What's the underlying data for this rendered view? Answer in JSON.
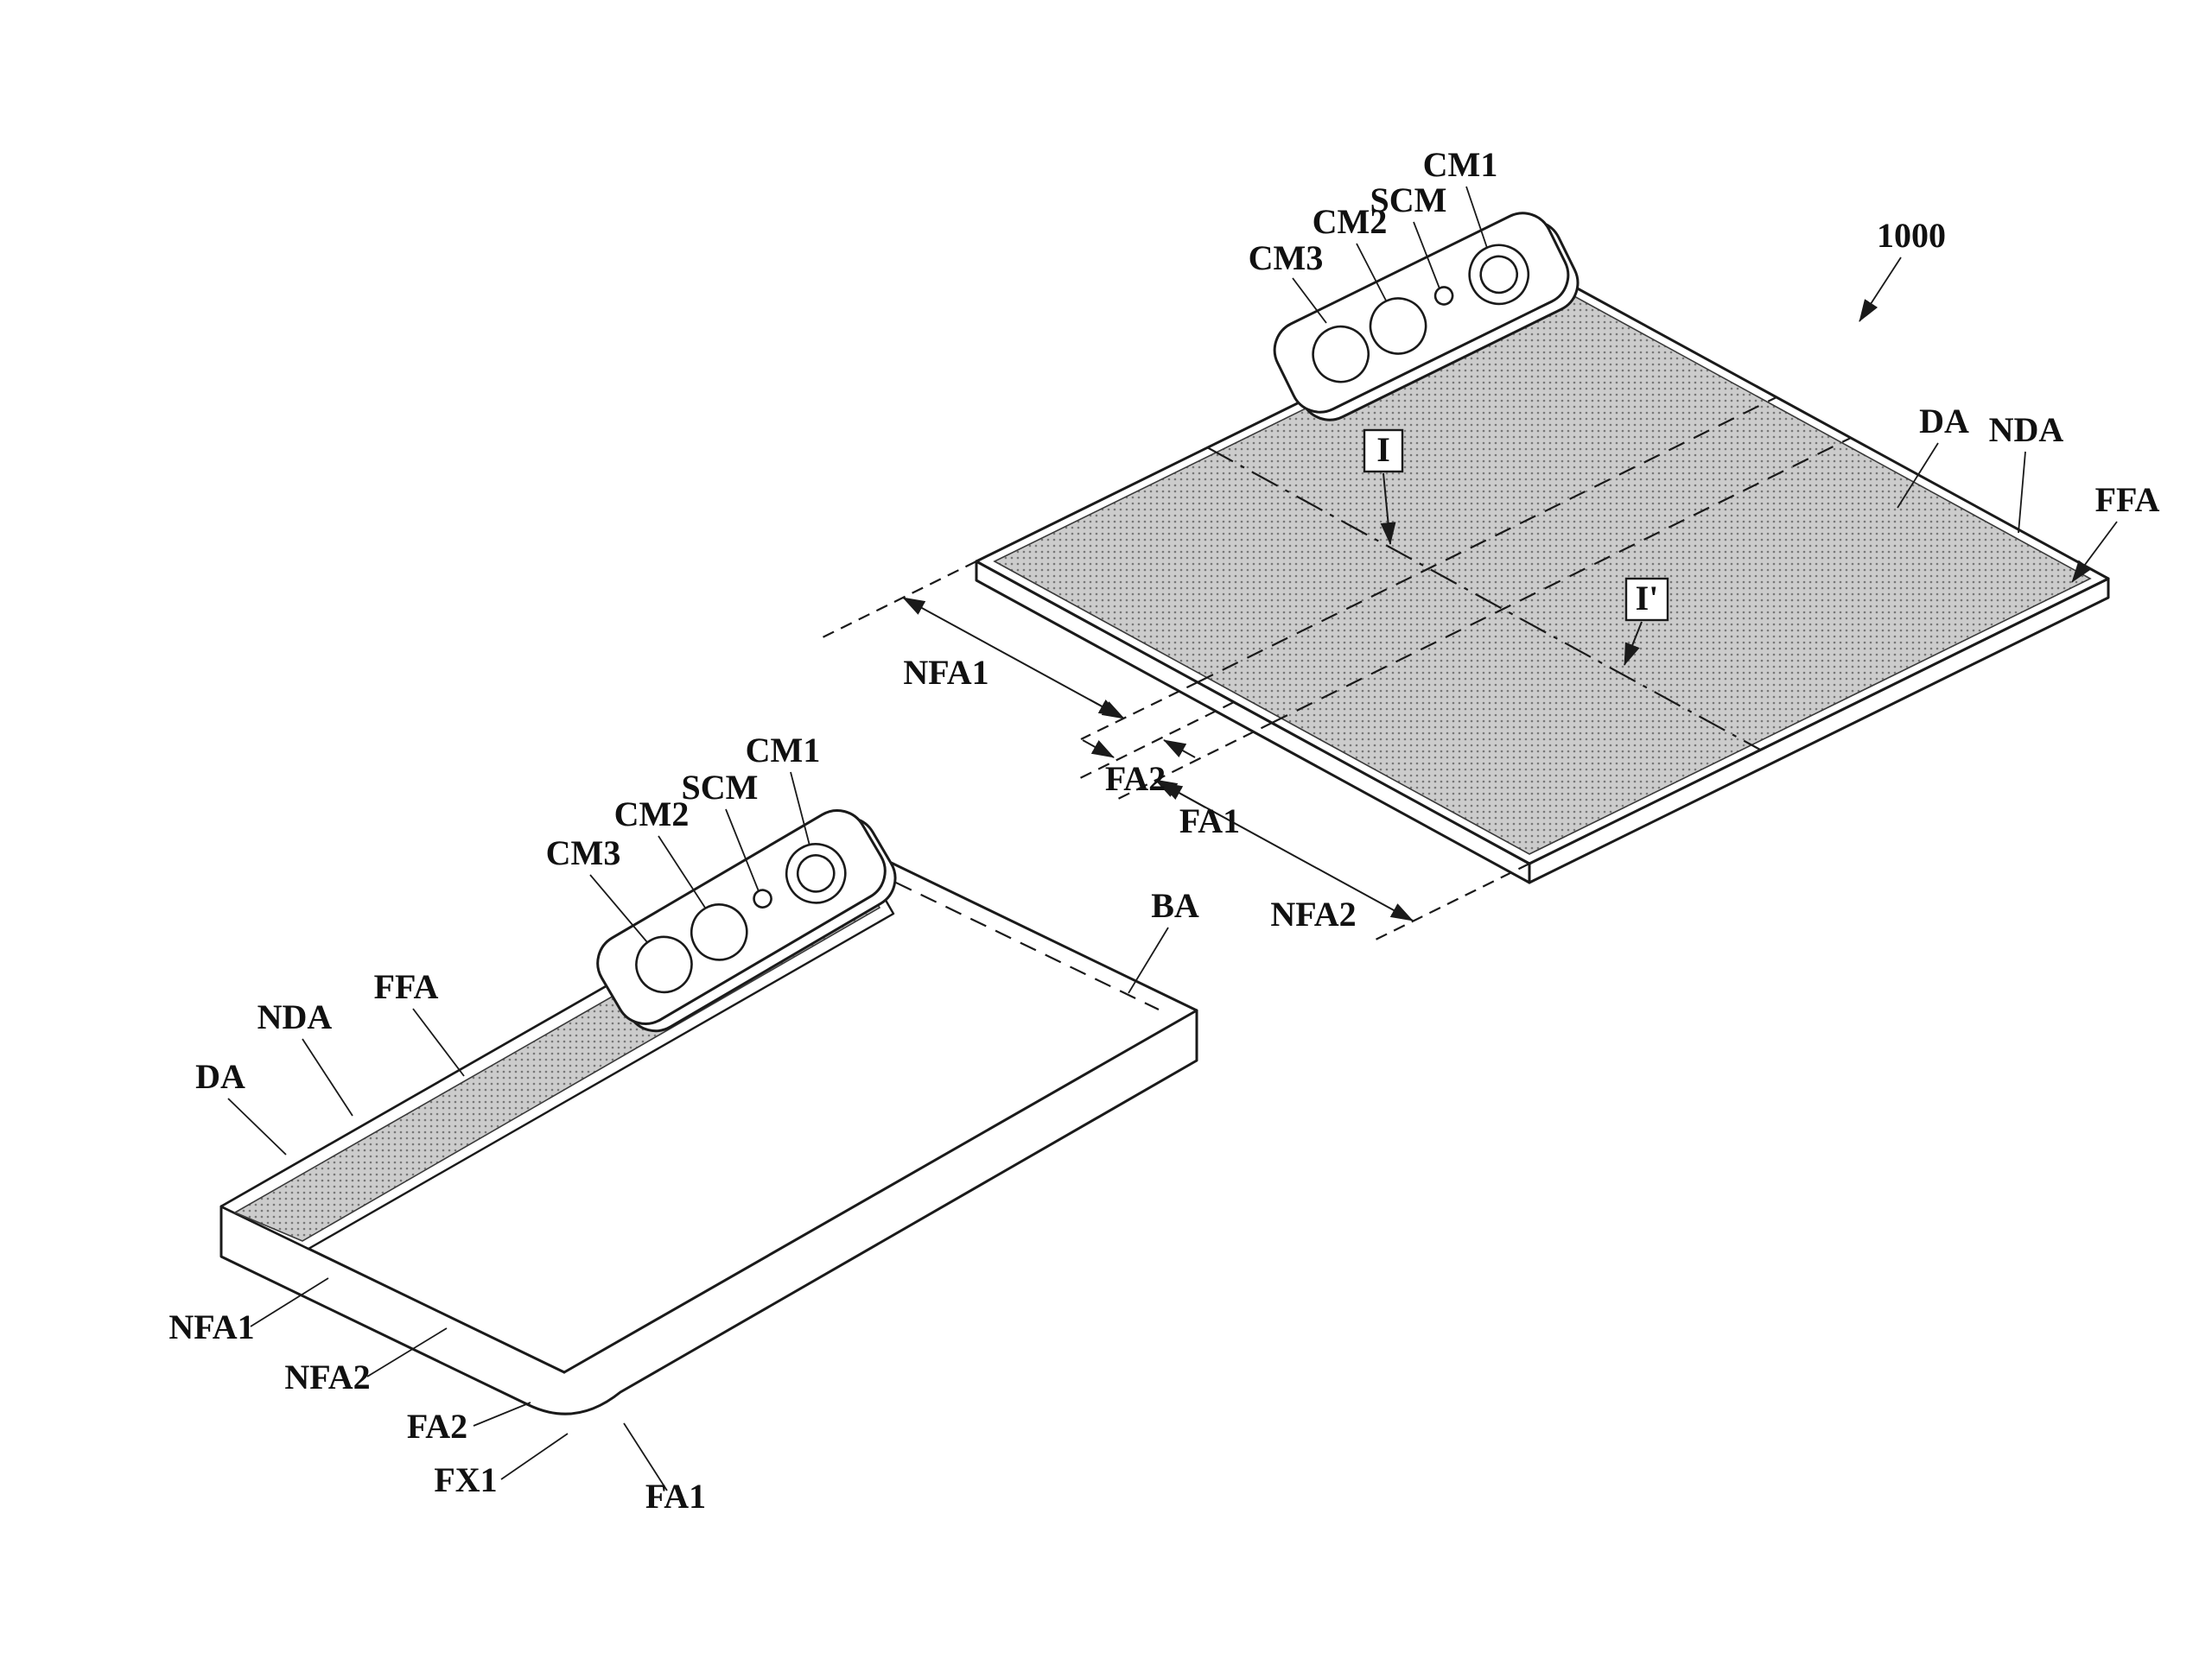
{
  "figure": {
    "reference_number": "1000"
  },
  "unfolded_view": {
    "camera": {
      "cm3": "CM3",
      "cm2": "CM2",
      "scm": "SCM",
      "cm1": "CM1"
    },
    "areas": {
      "da": "DA",
      "nda": "NDA",
      "ffa": "FFA"
    },
    "dimensions": {
      "nfa1": "NFA1",
      "fa2": "FA2",
      "fa1": "FA1",
      "nfa2": "NFA2"
    },
    "section": {
      "start": "I",
      "end": "I'"
    }
  },
  "folded_view": {
    "camera": {
      "cm3": "CM3",
      "cm2": "CM2",
      "scm": "SCM",
      "cm1": "CM1"
    },
    "areas": {
      "da": "DA",
      "nda": "NDA",
      "ffa": "FFA",
      "ba": "BA"
    },
    "dimensions": {
      "nfa1": "NFA1",
      "nfa2": "NFA2",
      "fa2": "FA2",
      "fx1": "FX1",
      "fa1": "FA1"
    }
  }
}
